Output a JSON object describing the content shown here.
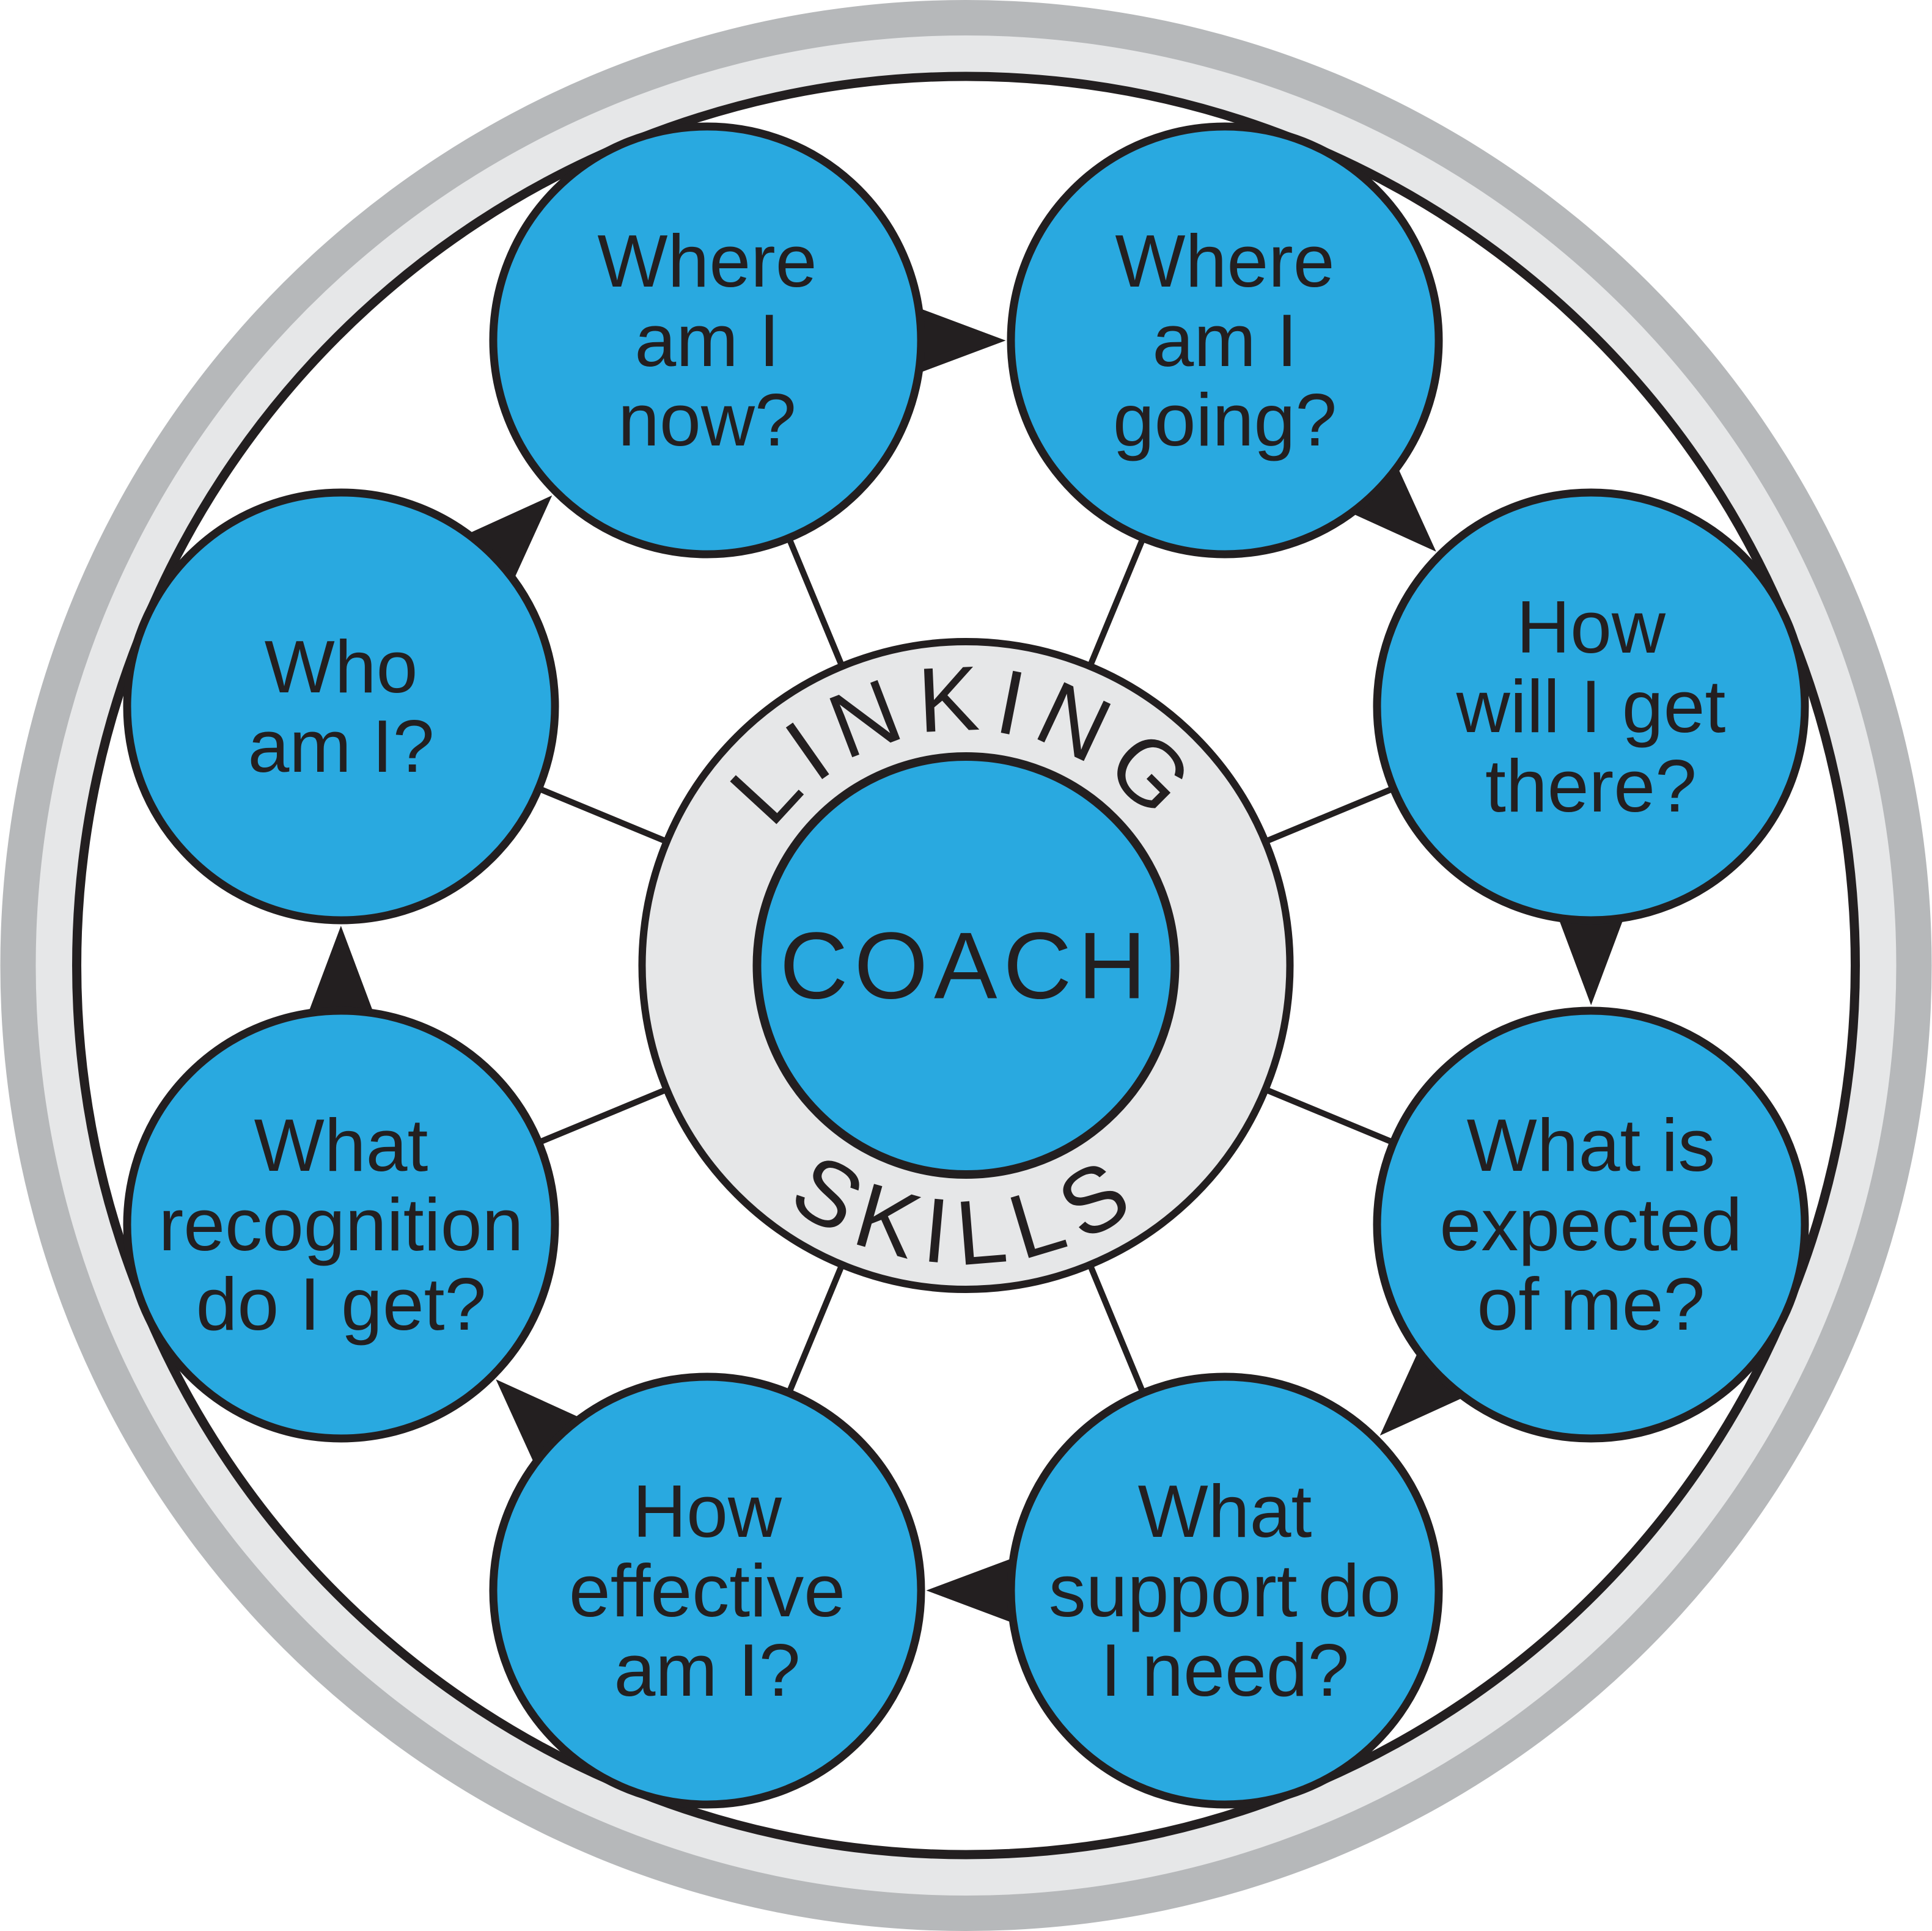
{
  "figure": {
    "type": "cycle-diagram",
    "flow_direction": "clockwise",
    "description": "Coaching wheel: eight question bubbles around a central coach hub"
  },
  "colors": {
    "blue": "#29A9E0",
    "ink": "#231F20",
    "ring_light": "#E6E7E8",
    "ring_dark": "#B6B8BA",
    "bg": "#FFFFFF"
  },
  "hub": {
    "center_label": "COACH",
    "arc_top_label": "LINKING",
    "arc_bottom_label": "SKILLS"
  },
  "bubbles": [
    {
      "id": "where-am-i-now",
      "text": "Where am I now?",
      "lines": [
        "Where",
        "am I",
        "now?"
      ]
    },
    {
      "id": "where-am-i-going",
      "text": "Where am I going?",
      "lines": [
        "Where",
        "am I",
        "going?"
      ]
    },
    {
      "id": "how-will-i-get-there",
      "text": "How will I get there?",
      "lines": [
        "How",
        "will I get",
        "there?"
      ]
    },
    {
      "id": "what-is-expected-of-me",
      "text": "What is expected of me?",
      "lines": [
        "What is",
        "expected",
        "of me?"
      ]
    },
    {
      "id": "what-support-do-i-need",
      "text": "What support do I need?",
      "lines": [
        "What",
        "support do",
        "I need?"
      ]
    },
    {
      "id": "how-effective-am-i",
      "text": "How effective am I?",
      "lines": [
        "How",
        "effective",
        "am I?"
      ]
    },
    {
      "id": "what-recognition-do-i-get",
      "text": "What recognition do I get?",
      "lines": [
        "What",
        "recognition",
        "do I get?"
      ]
    },
    {
      "id": "who-am-i",
      "text": "Who am I?",
      "lines": [
        "Who",
        "am I?"
      ]
    }
  ]
}
